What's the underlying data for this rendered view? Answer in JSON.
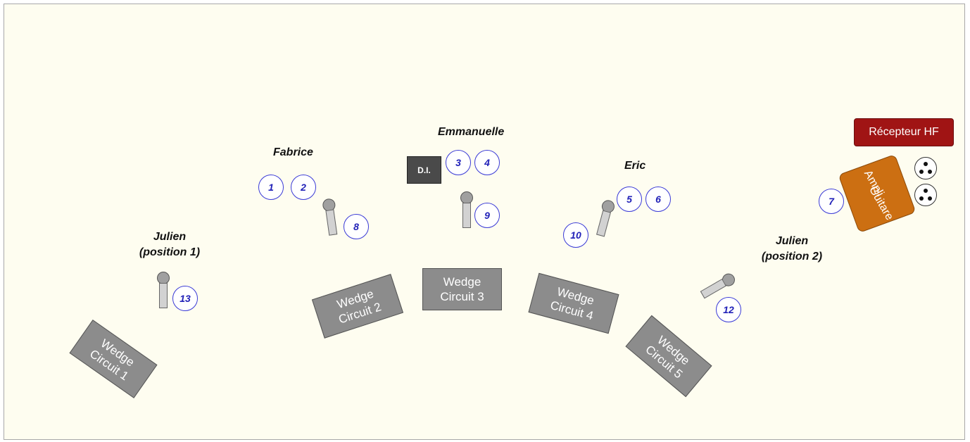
{
  "labels": {
    "fabrice": "Fabrice",
    "emmanuelle": "Emmanuelle",
    "eric": "Eric",
    "julien1_name": "Julien",
    "julien1_pos": "(position 1)",
    "julien2_name": "Julien",
    "julien2_pos": "(position 2)"
  },
  "inputs": {
    "c1": "1",
    "c2": "2",
    "c3": "3",
    "c4": "4",
    "c5": "5",
    "c6": "6",
    "c7": "7",
    "c8": "8",
    "c9": "9",
    "c10": "10",
    "c12": "12",
    "c13": "13"
  },
  "wedges": {
    "w1": {
      "line1": "Wedge",
      "line2": "Circuit 1"
    },
    "w2": {
      "line1": "Wedge",
      "line2": "Circuit 2"
    },
    "w3": {
      "line1": "Wedge",
      "line2": "Circuit 3"
    },
    "w4": {
      "line1": "Wedge",
      "line2": "Circuit 4"
    },
    "w5": {
      "line1": "Wedge",
      "line2": "Circuit 5"
    }
  },
  "equipment": {
    "di": "D.I.",
    "receiver": "Récepteur HF",
    "amp_line1": "Ampli",
    "amp_line2": "Guitare"
  },
  "colors": {
    "background": "#fefdf0",
    "wedge": "#8c8c8c",
    "channel_circle": "#2222b8",
    "receiver": "#a01414",
    "amp": "#cc6f12"
  }
}
